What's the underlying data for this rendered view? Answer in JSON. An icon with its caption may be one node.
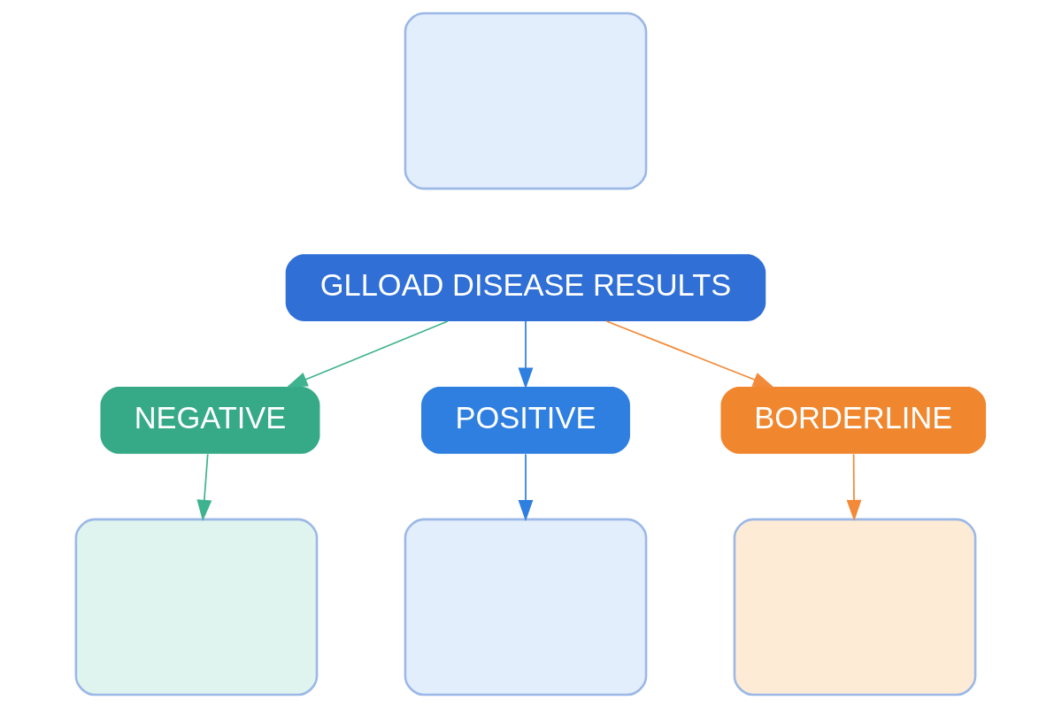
{
  "diagram": {
    "nodes": [
      {
        "text": [],
        "shape": "box"
      },
      {
        "text": [
          "GLLOAD DISEASE RESULTS"
        ]
      },
      {
        "text": [
          "NEGATIVE"
        ]
      },
      {
        "text": [
          "POSITIVE"
        ]
      },
      {
        "text": [
          "BORDERLINE"
        ]
      },
      {
        "text": [],
        "shape": "box"
      },
      {
        "text": [],
        "shape": "box"
      },
      {
        "text": [],
        "shape": "box"
      }
    ],
    "edges": [
      {
        "from": 1,
        "to": 2,
        "arrow": "to",
        "color": "#3fb38f"
      },
      {
        "from": 1,
        "to": 3,
        "arrow": "to",
        "color": "#2f7fe0"
      },
      {
        "from": 1,
        "to": 4,
        "arrow": "to",
        "color": "#f28a3a"
      },
      {
        "from": 2,
        "to": 5,
        "arrow": "to",
        "color": "#3fb38f"
      },
      {
        "from": 3,
        "to": 6,
        "arrow": "to",
        "color": "#2f7fe0"
      },
      {
        "from": 4,
        "to": 7,
        "arrow": "to",
        "color": "#f28a3a"
      }
    ]
  }
}
